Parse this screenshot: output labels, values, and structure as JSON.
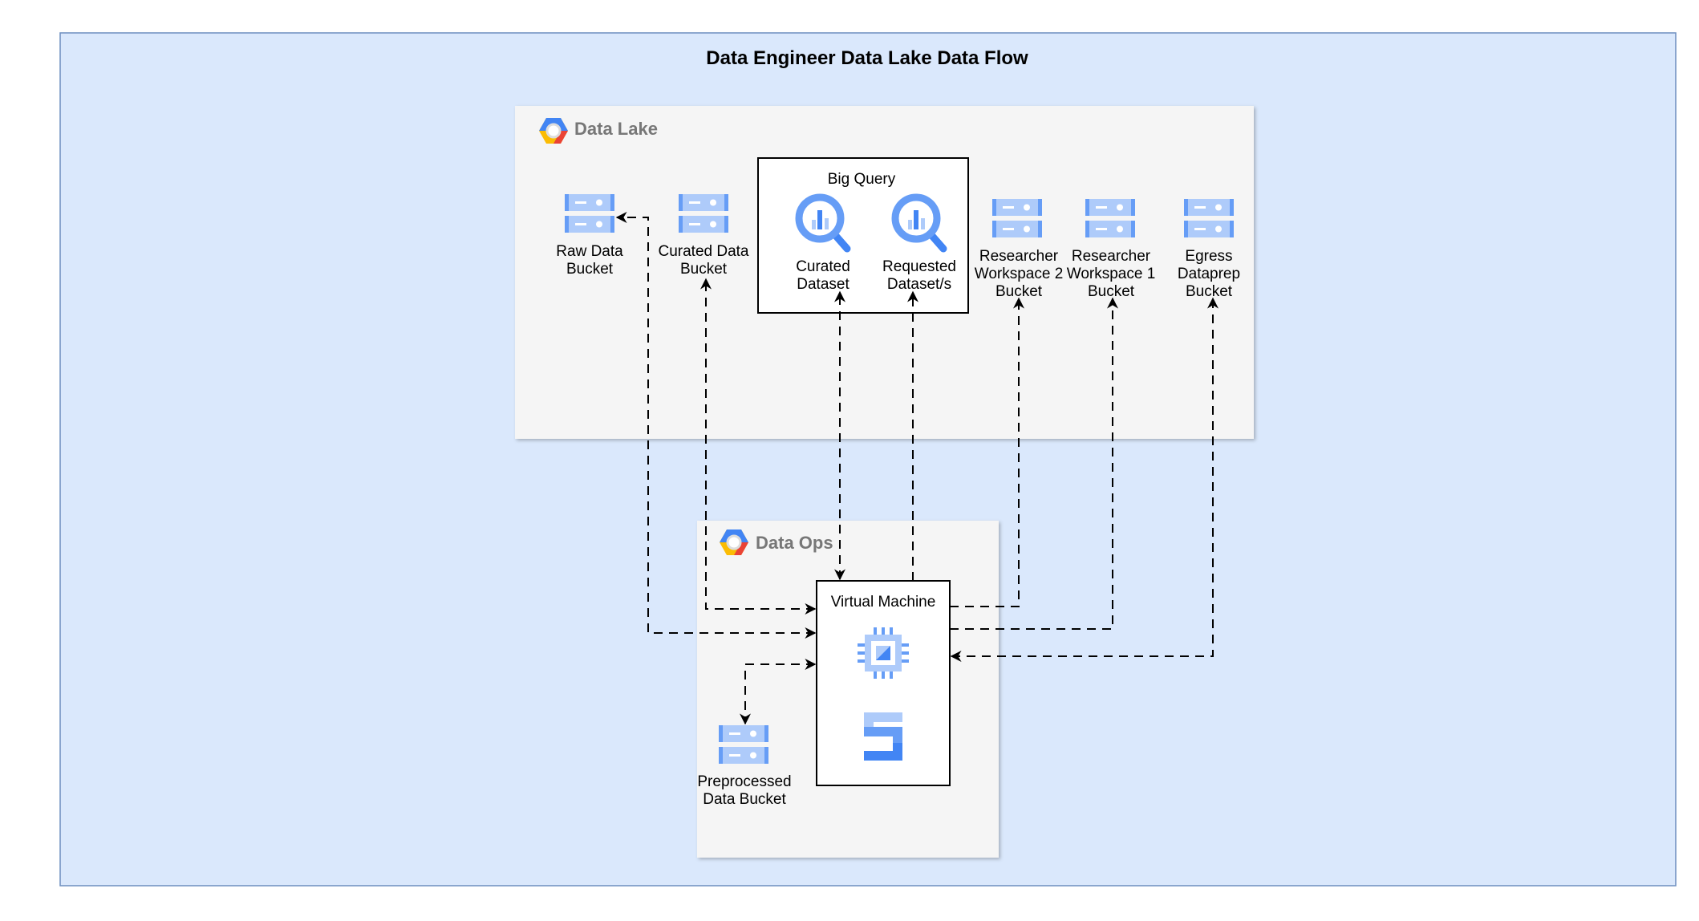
{
  "title": "Data Engineer Data Lake Data Flow",
  "colors": {
    "background": "#dae8fc",
    "border": "#6c8ebf",
    "panel": "#f5f5f5",
    "icon_light": "#aecbfa",
    "icon_mid": "#669df6",
    "icon_dark": "#4285f4"
  },
  "data_lake": {
    "label": "Data Lake",
    "icon": "google-cloud-hexagon-icon",
    "raw_bucket": {
      "line1": "Raw Data",
      "line2": "Bucket",
      "icon": "storage-bucket-icon"
    },
    "curated_bucket": {
      "line1": "Curated Data",
      "line2": "Bucket",
      "icon": "storage-bucket-icon"
    },
    "big_query": {
      "label": "Big Query",
      "curated_dataset": {
        "line1": "Curated",
        "line2": "Dataset",
        "icon": "bigquery-icon"
      },
      "requested_dataset": {
        "line1": "Requested",
        "line2": "Dataset/s",
        "icon": "bigquery-icon"
      }
    },
    "ws2_bucket": {
      "line1": "Researcher",
      "line2": "Workspace 2",
      "line3": "Bucket",
      "icon": "storage-bucket-icon"
    },
    "ws1_bucket": {
      "line1": "Researcher",
      "line2": "Workspace 1",
      "line3": "Bucket",
      "icon": "storage-bucket-icon"
    },
    "egress_bucket": {
      "line1": "Egress",
      "line2": "Dataprep",
      "line3": "Bucket",
      "icon": "storage-bucket-icon"
    }
  },
  "data_ops": {
    "label": "Data Ops",
    "icon": "google-cloud-hexagon-icon",
    "vm": {
      "label": "Virtual Machine",
      "icons": [
        "compute-engine-chip-icon",
        "dataprep-icon"
      ]
    },
    "preprocessed_bucket": {
      "line1": "Preprocessed",
      "line2": "Data Bucket",
      "icon": "storage-bucket-icon"
    }
  }
}
